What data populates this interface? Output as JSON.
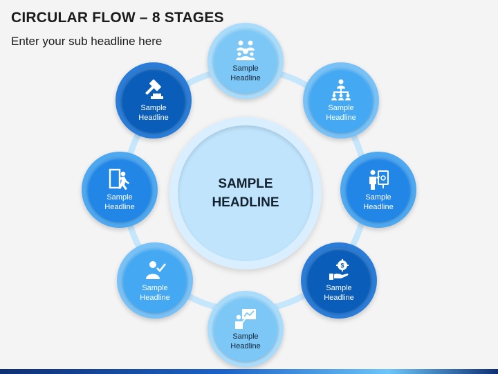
{
  "header": {
    "title": "CIRCULAR FLOW – 8 STAGES",
    "subtitle": "Enter your sub headline here"
  },
  "center": {
    "label": "SAMPLE HEADLINE"
  },
  "colors": {
    "ring": "#c6e6fb",
    "stage_top": "#7cc7f6",
    "stage_mid": "#44a8f2",
    "stage_blue": "#2186e6",
    "stage_dark": "#0a5db8"
  },
  "stages": [
    {
      "label": "Sample Headline",
      "icon": "team-icon"
    },
    {
      "label": "Sample Headline",
      "icon": "org-chart-icon"
    },
    {
      "label": "Sample Headline",
      "icon": "presenter-board-icon"
    },
    {
      "label": "Sample Headline",
      "icon": "money-gear-hand-icon"
    },
    {
      "label": "Sample Headline",
      "icon": "presentation-screen-icon"
    },
    {
      "label": "Sample Headline",
      "icon": "user-check-icon"
    },
    {
      "label": "Sample Headline",
      "icon": "exit-door-icon"
    },
    {
      "label": "Sample Headline",
      "icon": "gavel-icon"
    }
  ]
}
